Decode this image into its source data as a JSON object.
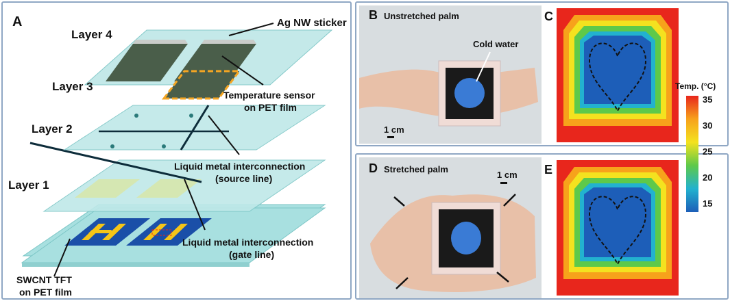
{
  "panel_a": {
    "label": "A",
    "layer4": "Layer 4",
    "layer3": "Layer 3",
    "layer2": "Layer 2",
    "layer1": "Layer 1",
    "callout_agnw": "Ag NW sticker",
    "callout_temp_1": "Temperature sensor",
    "callout_temp_2": "on PET film",
    "callout_source_1": "Liquid metal interconnection",
    "callout_source_2": "(source line)",
    "callout_gate_1": "Liquid metal interconnection",
    "callout_gate_2": "(gate line)",
    "callout_tft_1": "SWCNT TFT",
    "callout_tft_2": "on PET film",
    "colors": {
      "film": "#a8e0e0",
      "sensor": "#4a5e4a",
      "tft_bg": "#1a4fa8",
      "tft_gold": "#f5c518",
      "sensor_outline": "#f5a623"
    }
  },
  "panel_b": {
    "label": "B",
    "caption": "Unstretched palm",
    "callout": "Cold water",
    "scale": "1 cm"
  },
  "panel_c": {
    "label": "C"
  },
  "panel_d": {
    "label": "D",
    "caption": "Stretched palm",
    "scale": "1 cm"
  },
  "panel_e": {
    "label": "E"
  },
  "colorbar": {
    "title": "Temp. (°C)",
    "ticks": [
      "35",
      "30",
      "25",
      "20",
      "15"
    ],
    "colors": [
      "#e8261c",
      "#f7a21b",
      "#f4e21f",
      "#5ec94a",
      "#22b2cf",
      "#1d5eb8"
    ]
  }
}
